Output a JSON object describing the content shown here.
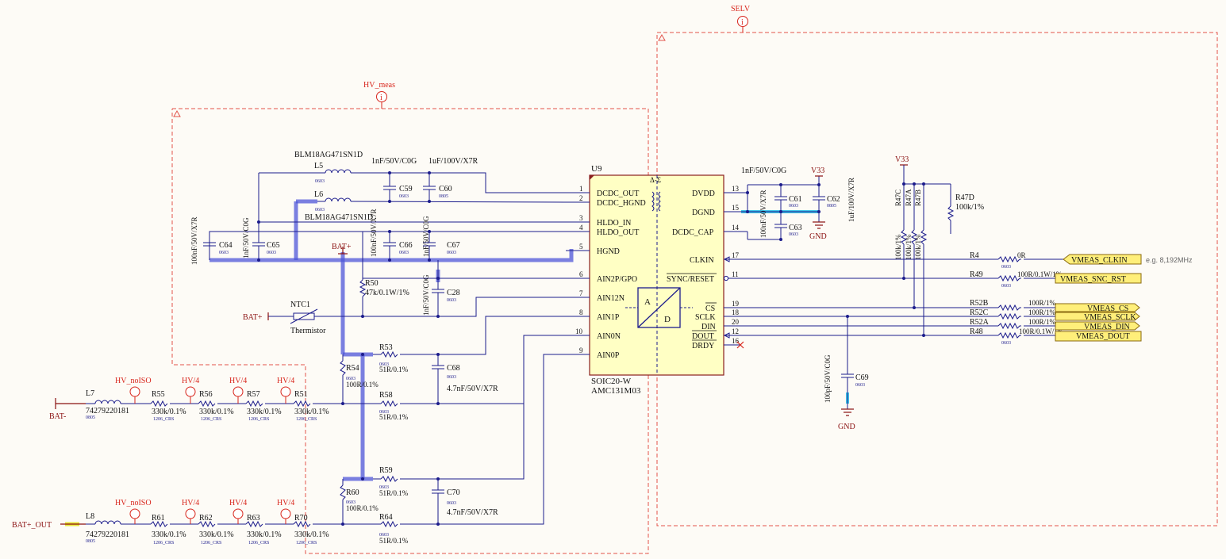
{
  "sheets": {
    "hv_meas": "HV_meas",
    "selv": "SELV"
  },
  "ic": {
    "refdes": "U9",
    "package": "SOIC20-W",
    "part": "AMC131M03",
    "iso_mark": "Δ-Σ",
    "adc_a": "A",
    "adc_d": "D",
    "left_pins": [
      {
        "num": "1",
        "name": "DCDC_OUT"
      },
      {
        "num": "2",
        "name": "DCDC_HGND"
      },
      {
        "num": "3",
        "name": "HLDO_IN"
      },
      {
        "num": "4",
        "name": "HLDO_OUT"
      },
      {
        "num": "5",
        "name": "HGND"
      },
      {
        "num": "6",
        "name": "AIN2P/GPO"
      },
      {
        "num": "7",
        "name": "AIN12N"
      },
      {
        "num": "8",
        "name": "AIN1P"
      },
      {
        "num": "10",
        "name": "AIN0N"
      },
      {
        "num": "9",
        "name": "AIN0P"
      }
    ],
    "right_pins": [
      {
        "num": "13",
        "name": "DVDD"
      },
      {
        "num": "15",
        "name": "DGND"
      },
      {
        "num": "14",
        "name": "DCDC_CAP"
      },
      {
        "num": "17",
        "name": "CLKIN"
      },
      {
        "num": "11",
        "name": "SYNC/RESET"
      },
      {
        "num": "19",
        "name": "CS"
      },
      {
        "num": "18",
        "name": "SCLK"
      },
      {
        "num": "20",
        "name": "DIN"
      },
      {
        "num": "12",
        "name": "DOUT"
      },
      {
        "num": "16",
        "name": "DRDY"
      }
    ]
  },
  "components": {
    "l5": {
      "ref": "L5",
      "value": "BLM18AG471SN1D",
      "pkg": "0603"
    },
    "l6": {
      "ref": "L6",
      "value": "BLM18AG471SN1D",
      "pkg": "0603"
    },
    "c59": {
      "ref": "C59",
      "value": "1nF/50V/C0G",
      "pkg": "0603"
    },
    "c60": {
      "ref": "C60",
      "value": "1uF/100V/X7R",
      "pkg": "0805"
    },
    "c64": {
      "ref": "C64",
      "value": "100nF/50V/X7R",
      "pkg": "0603"
    },
    "c65": {
      "ref": "C65",
      "value": "1nF/50V/C0G",
      "pkg": "0603"
    },
    "c66": {
      "ref": "C66",
      "value": "100nF/50V/X7R",
      "pkg": "0603"
    },
    "c67": {
      "ref": "C67",
      "value": "1nF/50V/C0G",
      "pkg": "0603"
    },
    "c28": {
      "ref": "C28",
      "value": "1nF/50V/C0G",
      "pkg": "0603"
    },
    "r50": {
      "ref": "R50",
      "value": "47k/0.1W/1%"
    },
    "ntc1": {
      "ref": "NTC1",
      "value": "Thermistor"
    },
    "r53": {
      "ref": "R53",
      "value": "51R/0.1%",
      "pkg": "0603"
    },
    "r54": {
      "ref": "R54",
      "value": "100R/0.1%",
      "pkg": "0603"
    },
    "r58": {
      "ref": "R58",
      "value": "51R/0.1%",
      "pkg": "0603"
    },
    "c68": {
      "ref": "C68",
      "value": "4.7nF/50V/X7R",
      "pkg": "0603"
    },
    "r59": {
      "ref": "R59",
      "value": "51R/0.1%",
      "pkg": "0603"
    },
    "r60": {
      "ref": "R60",
      "value": "100R/0.1%",
      "pkg": "0603"
    },
    "r64": {
      "ref": "R64",
      "value": "51R/0.1%",
      "pkg": "0603"
    },
    "c70": {
      "ref": "C70",
      "value": "4.7nF/50V/X7R",
      "pkg": "0603"
    },
    "l7": {
      "ref": "L7",
      "value": "74279220181",
      "pkg": "0805"
    },
    "l8": {
      "ref": "L8",
      "value": "74279220181",
      "pkg": "0805"
    },
    "r55": {
      "ref": "R55",
      "value": "330k/0.1%",
      "pkg": "1206_CRS"
    },
    "r56": {
      "ref": "R56",
      "value": "330k/0.1%",
      "pkg": "1206_CRS"
    },
    "r57": {
      "ref": "R57",
      "value": "330k/0.1%",
      "pkg": "1206_CRS"
    },
    "r51": {
      "ref": "R51",
      "value": "330k/0.1%",
      "pkg": "1206_CRS"
    },
    "r61": {
      "ref": "R61",
      "value": "330k/0.1%",
      "pkg": "1206_CRS"
    },
    "r62": {
      "ref": "R62",
      "value": "330k/0.1%",
      "pkg": "1206_CRS"
    },
    "r63": {
      "ref": "R63",
      "value": "330k/0.1%",
      "pkg": "1206_CRS"
    },
    "r70": {
      "ref": "R70",
      "value": "330k/0.1%",
      "pkg": "1206_CRS"
    },
    "c61": {
      "ref": "C61",
      "value": "100nF/50V/X7R",
      "pkg": "0603"
    },
    "c62": {
      "ref": "C62",
      "value": "1uF/100V/X7R",
      "pkg": "0805"
    },
    "c63": {
      "ref": "C63",
      "value": "1nF/50V/C0G",
      "pkg": "0603"
    },
    "r47a": {
      "ref": "R47A",
      "value": "100k/1%"
    },
    "r47b": {
      "ref": "R47B",
      "value": "100k/1%"
    },
    "r47c": {
      "ref": "R47C",
      "value": "100k/1%"
    },
    "r47d": {
      "ref": "R47D",
      "value": "100k/1%"
    },
    "r4": {
      "ref": "R4",
      "value": "0R",
      "pkg": "0603"
    },
    "r49": {
      "ref": "R49",
      "value": "100R/0.1W/1%",
      "pkg": "0603"
    },
    "r52b": {
      "ref": "R52B",
      "value": "100R/1%"
    },
    "r52c": {
      "ref": "R52C",
      "value": "100R/1%"
    },
    "r52a": {
      "ref": "R52A",
      "value": "100R/1%"
    },
    "r48": {
      "ref": "R48",
      "value": "100R/0.1W/1%",
      "pkg": "0603"
    },
    "c69": {
      "ref": "C69",
      "value": "100pF/50V/C0G",
      "pkg": "0603"
    }
  },
  "nets": {
    "bat_plus": "BAT+",
    "bat_minus": "BAT-",
    "bat_plus_out": "BAT+_OUT",
    "v33": "V33",
    "gnd": "GND",
    "hv_noiso": "HV_noISO",
    "hv4": "HV/4"
  },
  "ports": {
    "clkin": "VMEAS_CLKIN",
    "snc_rst": "VMEAS_SNC_RST",
    "cs": "VMEAS_CS",
    "sclk": "VMEAS_SCLK",
    "din": "VMEAS_DIN",
    "dout": "VMEAS_DOUT"
  },
  "notes": {
    "clk_freq": "e.g. 8,192MHz"
  }
}
